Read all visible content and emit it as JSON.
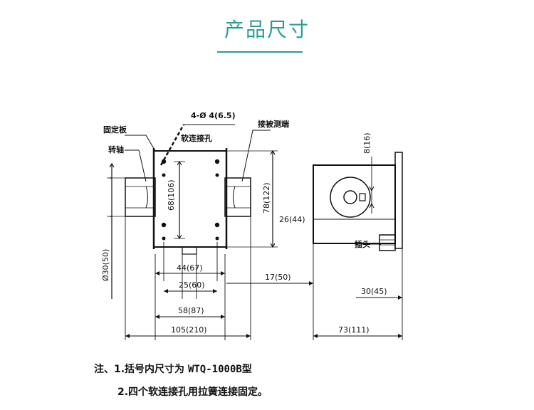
{
  "header": {
    "title": "产品尺寸"
  },
  "labels": {
    "holes": "4-Ø 4(6.5)",
    "fixed_plate": "固定板",
    "soft_hole": "软连接孔",
    "measured_end": "接被测端",
    "shaft": "转轴",
    "plug": "插头"
  },
  "dimensions": {
    "h_68": "68(106)",
    "h_78": "78(122)",
    "dia_30": "Ø30(50)",
    "w_44": "44(67)",
    "w_25": "25(60)",
    "w_58": "58(87)",
    "w_105": "105(210)",
    "w_17": "17(50)",
    "w_26": "26(44)",
    "w_8": "8(16)",
    "w_30": "30(45)",
    "w_73": "73(111)"
  },
  "notes": {
    "line1_prefix": "注、1.括号内尺寸为 ",
    "line1_model": "WTQ-1000B",
    "line1_suffix": "型",
    "line2": "2.四个软连接孔用拉簧连接固定。"
  }
}
